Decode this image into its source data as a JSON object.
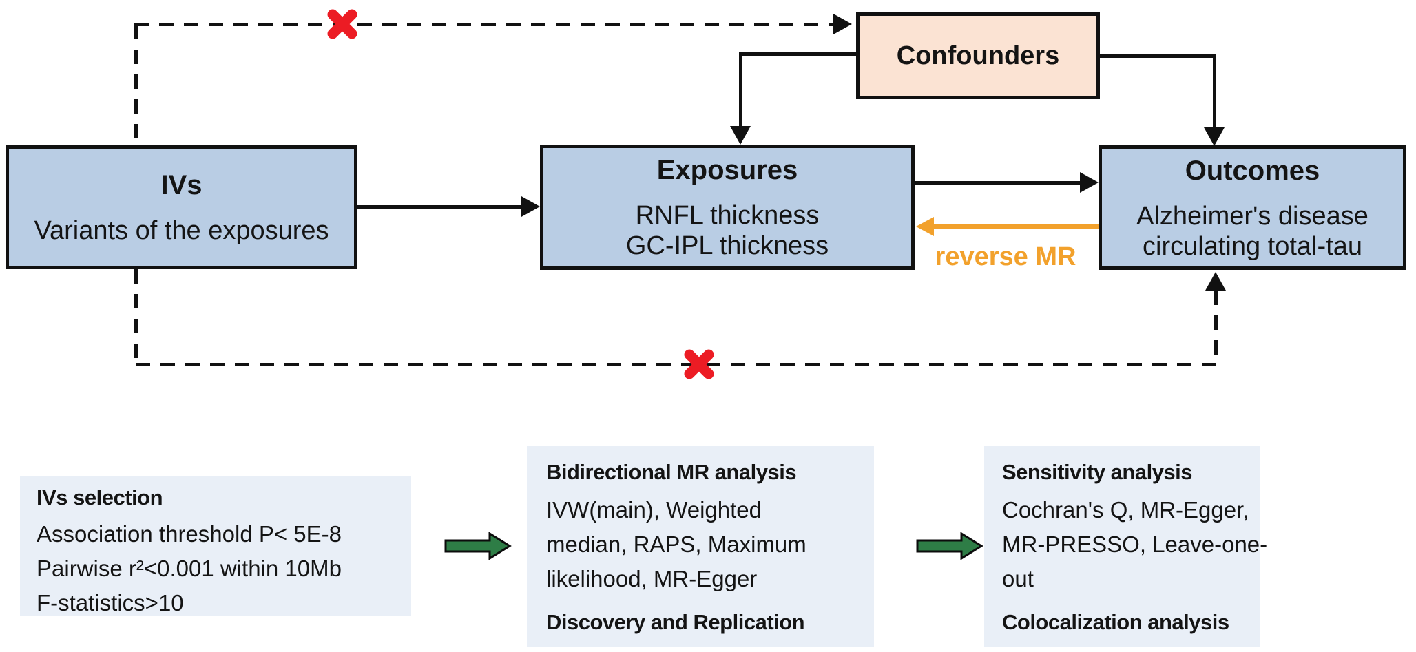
{
  "colors": {
    "line_black": "#111111",
    "box_blue": "#b9cde4",
    "box_peach": "#fbe3d3",
    "box_light": "#e9eff7",
    "arrow_green": "#2e7d46",
    "arrow_orange": "#f2a12c",
    "cross_red": "#ec1c24"
  },
  "diagram": {
    "ivs": {
      "title": "IVs",
      "lines": [
        "Variants of the exposures"
      ]
    },
    "exposures": {
      "title": "Exposures",
      "lines": [
        "RNFL thickness",
        "GC-IPL thickness"
      ]
    },
    "outcomes": {
      "title": "Outcomes",
      "lines": [
        "Alzheimer's disease",
        "circulating total-tau"
      ]
    },
    "confounders": {
      "title": "Confounders"
    },
    "reverse_mr_label": "reverse MR"
  },
  "pipeline": {
    "step1": {
      "title": "IVs selection",
      "lines": [
        "Association threshold P< 5E-8",
        "Pairwise r²<0.001 within 10Mb",
        "F-statistics>10"
      ]
    },
    "step2": {
      "title": "Bidirectional MR analysis",
      "lines": [
        "IVW(main), Weighted",
        "median, RAPS, Maximum",
        "likelihood, MR-Egger"
      ],
      "footer": "Discovery and Replication"
    },
    "step3": {
      "title": "Sensitivity analysis",
      "lines": [
        "Cochran's Q, MR-Egger,",
        "MR-PRESSO, Leave-one-",
        "out"
      ],
      "footer": "Colocalization analysis"
    }
  }
}
